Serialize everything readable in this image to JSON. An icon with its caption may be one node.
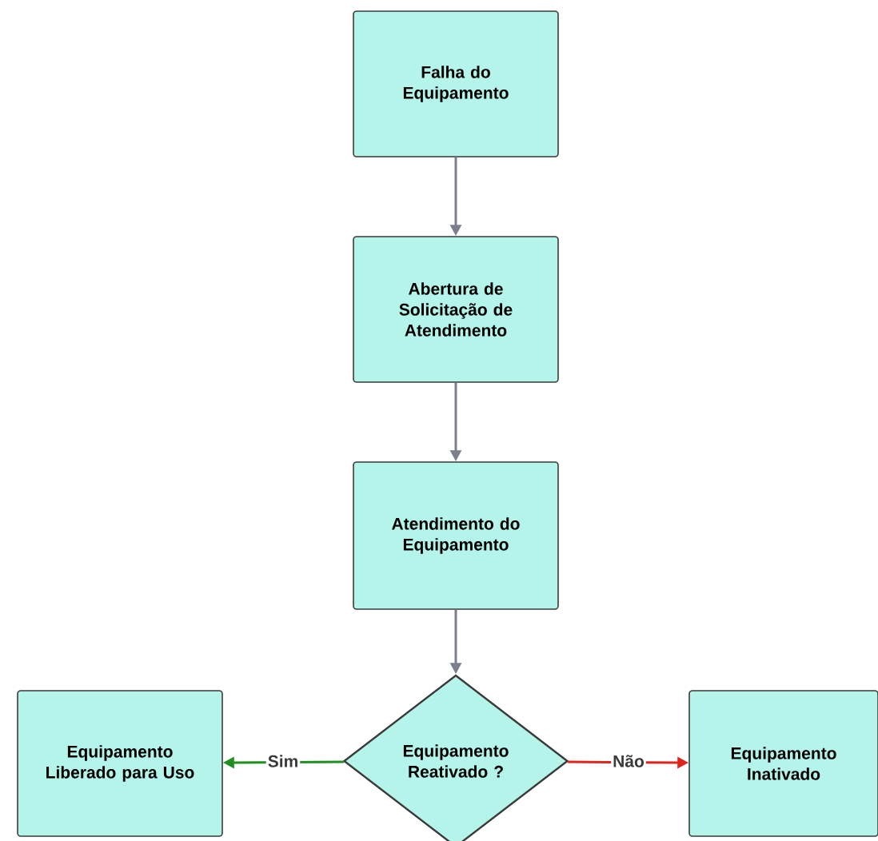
{
  "diagram": {
    "nodes": [
      {
        "text": [
          "Falha do Equipamento"
        ]
      },
      {
        "text": [
          "Abertura de Solicitação de Atendimento"
        ]
      },
      {
        "text": [
          "Atendimento do Equipamento"
        ]
      },
      {
        "text": [
          "Equipamento Reativado ?"
        ]
      },
      {
        "text": [
          "Equipamento Liberado para Uso"
        ]
      },
      {
        "text": [
          "Equipamento Inativado"
        ]
      }
    ],
    "edges": [
      {
        "from": 0,
        "to": 1,
        "arrow": "to"
      },
      {
        "from": 1,
        "to": 2,
        "arrow": "to"
      },
      {
        "from": 2,
        "to": 3,
        "arrow": "to"
      },
      {
        "from": 3,
        "to": 4,
        "arrow": "to",
        "label": "Sim",
        "color": "#1f8f1f"
      },
      {
        "from": 3,
        "to": 5,
        "arrow": "to",
        "label": "Não",
        "color": "#e0241b"
      }
    ]
  }
}
